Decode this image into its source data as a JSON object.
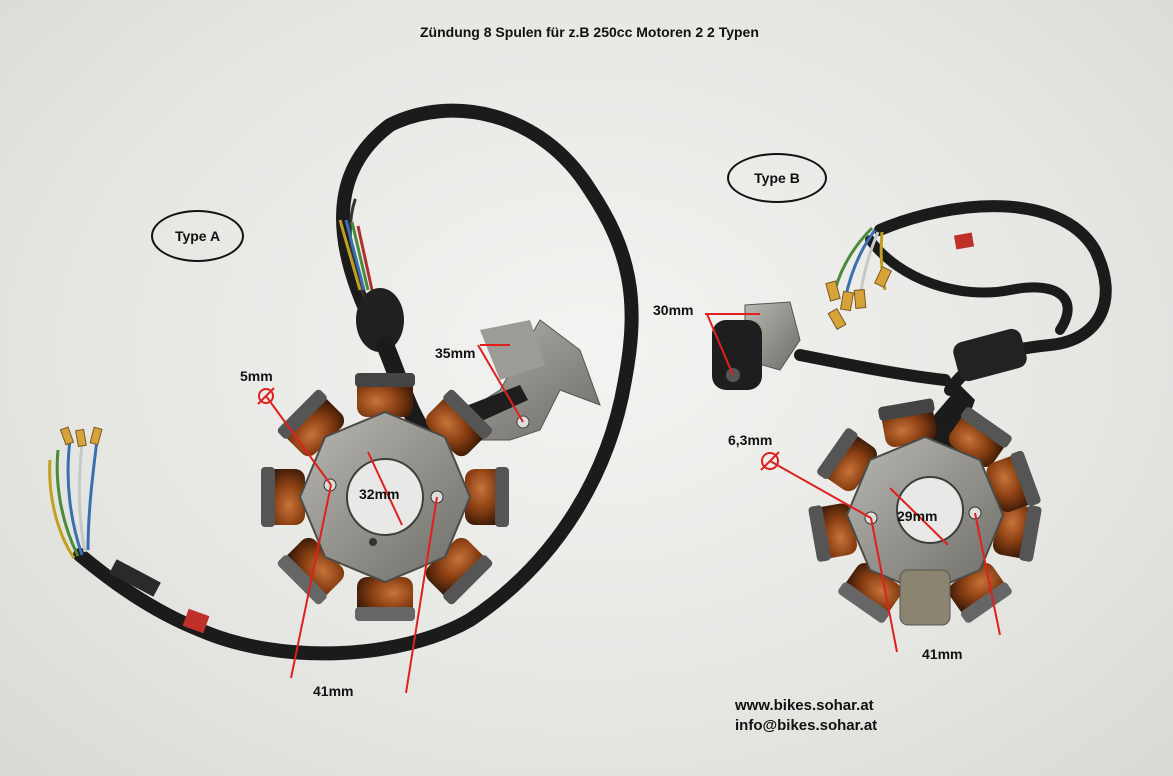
{
  "title": "Zündung 8 Spulen für z.B  250cc Motoren  2 2 Typen",
  "type_a_label": "Type A",
  "type_b_label": "Type B",
  "measurements_a": {
    "hole": "5mm",
    "bore": "32mm",
    "pickup": "35mm",
    "spacing": "41mm"
  },
  "measurements_b": {
    "pickup": "30mm",
    "hole": "6,3mm",
    "bore": "29mm",
    "spacing": "41mm"
  },
  "website": "www.bikes.sohar.at",
  "email": "info@bikes.sohar.at",
  "colors": {
    "annotation_line": "#e0201c",
    "copper": "#9a4a1a",
    "steel": "#8e8d88",
    "cable": "#1b1b1b"
  }
}
